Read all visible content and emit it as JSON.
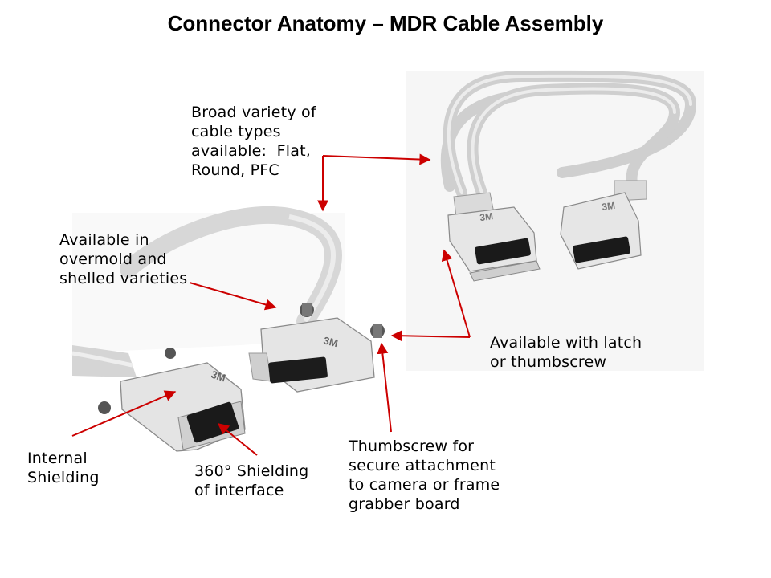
{
  "title": "Connector Anatomy – MDR Cable Assembly",
  "callouts": {
    "cable_types": [
      "Broad variety of",
      "cable types",
      "available:  Flat,",
      "Round, PFC"
    ],
    "overmold": [
      "Available in",
      "overmold and",
      "shelled varieties"
    ],
    "latch": [
      "Available with latch",
      "or thumbscrew"
    ],
    "internal_shielding": [
      "Internal",
      "Shielding"
    ],
    "shielding_360": [
      "360° Shielding",
      "of interface"
    ],
    "thumbscrew": [
      "Thumbscrew for",
      "secure attachment",
      "to camera or frame",
      "grabber board"
    ]
  },
  "connector_brand": "3M",
  "colors": {
    "arrow": "#cc0000",
    "cable": "#dcdcdc",
    "connector": "#e3e3e3",
    "pin_face": "#1a1a1a"
  }
}
